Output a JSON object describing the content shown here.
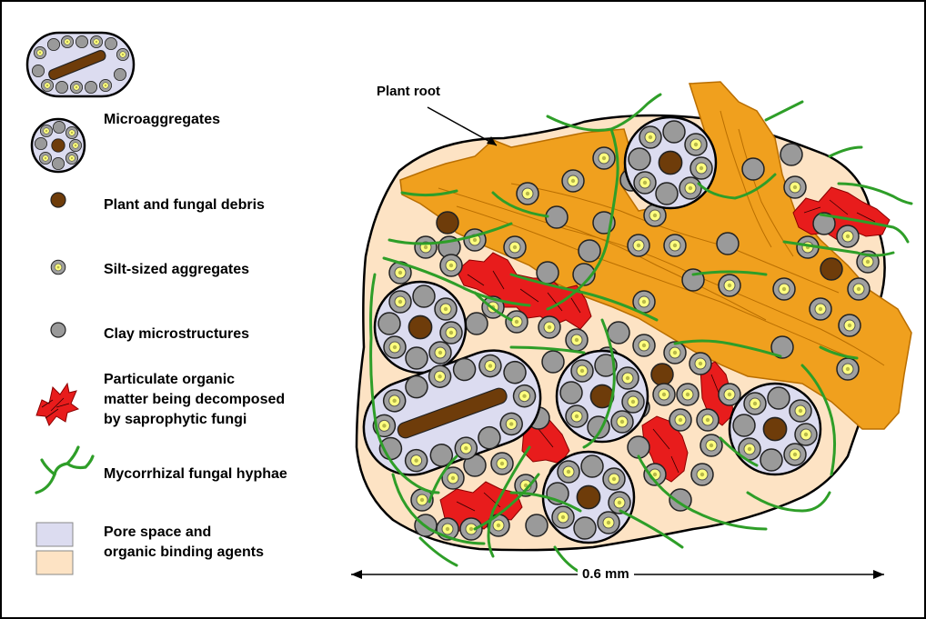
{
  "legend": {
    "microaggregates": "Microaggregates",
    "debris": "Plant and fungal debris",
    "silt": "Silt-sized aggregates",
    "clay": "Clay microstructures",
    "pom_line1": "Particulate organic",
    "pom_line2": "matter being decomposed",
    "pom_line3": "by saprophytic fungi",
    "hyphae": "Mycorrhizal fungal hyphae",
    "pore_line1": "Pore space and",
    "pore_line2": "organic binding agents"
  },
  "diagram": {
    "root_label": "Plant root",
    "scale_label": "0.6 mm"
  },
  "colors": {
    "pore_space": "#dcdcf0",
    "binding_agents": "#fde3c4",
    "plant_root": "#f0a01e",
    "debris": "#6e3c0a",
    "clay": "#9a9a9a",
    "silt_core": "#ffff80",
    "organic_matter": "#e81c1c",
    "hyphae": "#2e9e28"
  }
}
